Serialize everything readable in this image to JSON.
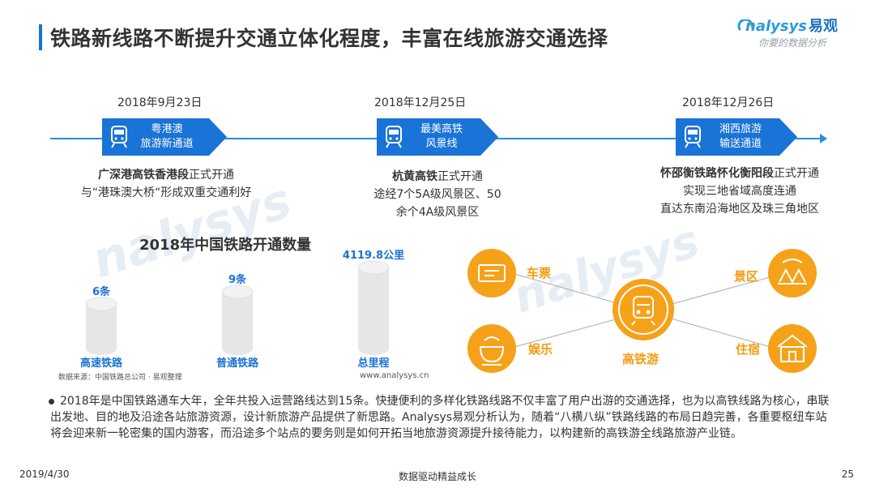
{
  "header": {
    "title": "铁路新线路不断提升交通立体化程度，丰富在线旅游交通选择",
    "logo_main": "nalysys",
    "logo_brand": "易观",
    "logo_sub": "你要的数据分析"
  },
  "timeline": {
    "events": [
      {
        "date": "2018年9月23日",
        "badge_line1": "粤港澳",
        "badge_line2": "旅游新通道",
        "desc_bold": "广深港高铁香港段",
        "desc_rest": "正式开通",
        "desc_line2": "与“港珠澳大桥“形成双重交通利好",
        "desc_line3": ""
      },
      {
        "date": "2018年12月25日",
        "badge_line1": "最美高铁",
        "badge_line2": "风景线",
        "desc_bold": "杭黄高铁",
        "desc_rest": "正式开通",
        "desc_line2": "途经7个5A级风景区、50",
        "desc_line3": "余个4A级风景区"
      },
      {
        "date": "2018年12月26日",
        "badge_line1": "湘西旅游",
        "badge_line2": "输送通道",
        "desc_bold": "怀邵衡铁路怀化衡阳段",
        "desc_rest": "正式开通",
        "desc_line2": "实现三地省域高度连通",
        "desc_line3": "直达东南沿海地区及珠三角地区"
      }
    ]
  },
  "chart_data": {
    "type": "bar",
    "title": "2018年中国铁路开通数量",
    "categories": [
      "高速铁路",
      "普通铁路",
      "总里程"
    ],
    "value_labels": [
      "6条",
      "9条",
      "4119.8公里"
    ],
    "values": [
      6,
      9,
      4119.8
    ],
    "source": "数据来源：中国铁路总公司 · 易观整理",
    "url": "www.analysys.cn"
  },
  "diagram": {
    "center": "高铁游",
    "nodes": [
      "车票",
      "景区",
      "娱乐",
      "住宿"
    ]
  },
  "summary": {
    "text": "2018年是中国铁路通车大年，全年共投入运营路线达到15条。快捷便利的多样化铁路线路不仅丰富了用户出游的交通选择，也为以高铁线路为核心，串联出发地、目的地及沿途各站旅游资源，设计新旅游产品提供了新思路。Analysys易观分析认为，随着“八横八纵”铁路线路的布局日趋完善，各重要枢纽车站将会迎来新一轮密集的国内游客，而沿途多个站点的要务则是如何开拓当地旅游资源提升接待能力，以构建新的高铁游全线路旅游产业链。"
  },
  "footer": {
    "date": "2019/4/30",
    "slogan": "数据驱动精益成长",
    "page": "25"
  },
  "colors": {
    "accent_blue": "#1a73d6",
    "accent_orange": "#f39c12"
  }
}
